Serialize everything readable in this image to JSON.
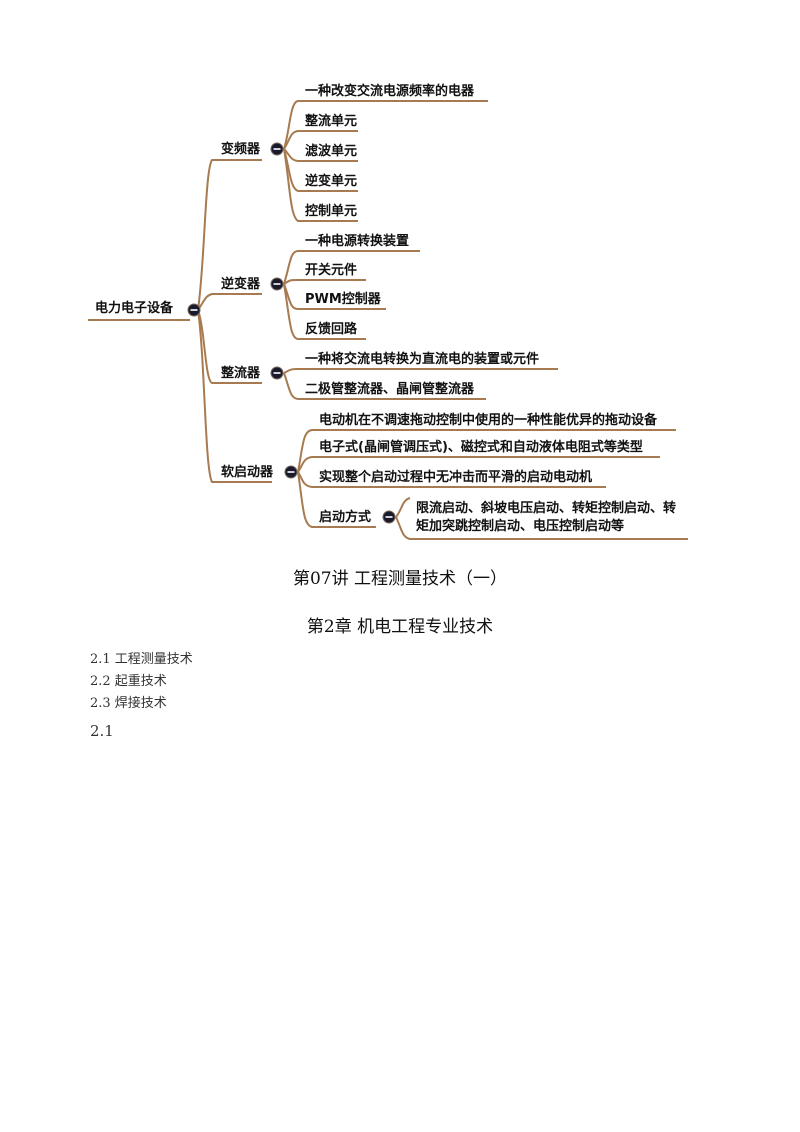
{
  "mindmap": {
    "root": "电力电子设备",
    "branches": [
      {
        "label": "变频器",
        "items": [
          "一种改变交流电源频率的电器",
          "整流单元",
          "滤波单元",
          "逆变单元",
          "控制单元"
        ]
      },
      {
        "label": "逆变器",
        "items": [
          "一种电源转换装置",
          "开关元件",
          "PWM控制器",
          "反馈回路"
        ]
      },
      {
        "label": "整流器",
        "items": [
          "一种将交流电转换为直流电的装置或元件",
          "二极管整流器、晶闸管整流器"
        ]
      },
      {
        "label": "软启动器",
        "items": [
          "电动机在不调速拖动控制中使用的一种性能优异的拖动设备",
          "电子式(晶闸管调压式)、磁控式和自动液体电阻式等类型",
          "实现整个启动过程中无冲击而平滑的启动电动机"
        ],
        "sub": {
          "label": "启动方式",
          "text": "限流启动、斜坡电压启动、转矩控制启动、转矩加突跳控制启动、电压控制启动等"
        }
      }
    ],
    "colors": {
      "line": "#a77b4f",
      "node": "#1a1a2e"
    }
  },
  "lecture_title": "第07讲 工程测量技术（一）",
  "chapter_title": "第2章 机电工程专业技术",
  "toc": [
    "2.1 工程测量技术",
    "2.2 起重技术",
    "2.3 焊接技术"
  ],
  "section": "2.1"
}
